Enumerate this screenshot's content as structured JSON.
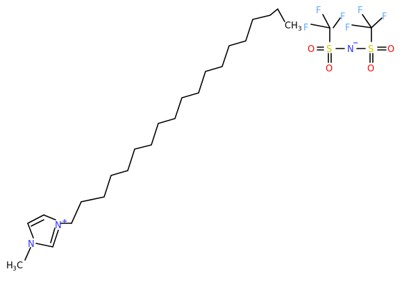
{
  "diagram": {
    "type": "chemical-structure",
    "colors": {
      "bond": "#000000",
      "carbon": "#000000",
      "nitrogen": "#3333ff",
      "oxygen": "#ff0000",
      "sulfur": "#cccc00",
      "fluorine": "#66aaff"
    },
    "atoms": {
      "ch3_main": "CH",
      "ch3_main_sub": "3",
      "h3c_methyl": "H",
      "h3c_methyl_sub": "3",
      "h3c_methyl_c": "C",
      "n_ring_methyl": "N",
      "n_ring_cation": "N",
      "n_ring_cation_charge": "+",
      "f1": "F",
      "f2": "F",
      "f3": "F",
      "s1": "S",
      "o1a": "O",
      "o1b": "O",
      "n_anion": "N",
      "n_anion_charge": "−",
      "s2": "S",
      "o2a": "O",
      "o2b": "O",
      "f4": "F",
      "f5": "F",
      "f6": "F"
    }
  }
}
